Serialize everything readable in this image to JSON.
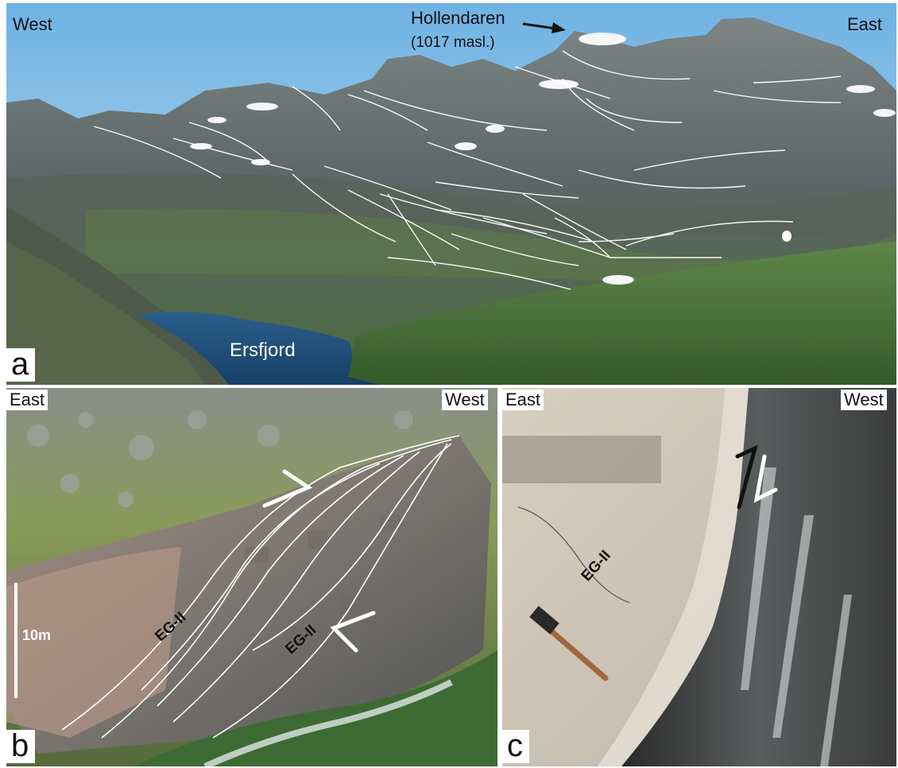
{
  "panel_a": {
    "letter": "a",
    "west": "West",
    "east": "East",
    "peak_name": "Hollendaren",
    "peak_elevation": "(1017 masl.)",
    "fjord": "Ersfjord"
  },
  "panel_b": {
    "letter": "b",
    "east": "East",
    "west": "West",
    "unit_1": "EG-II",
    "unit_2": "EG-II",
    "scale": "10m"
  },
  "panel_c": {
    "letter": "c",
    "east": "East",
    "west": "West",
    "unit": "EG-II"
  },
  "colors": {
    "sky": "#9cc9e8",
    "mountain": "#5f6a6a",
    "vegetation": "#4f7a3a",
    "fjord": "#1d4f7a",
    "trace_lines": "#ffffff"
  }
}
